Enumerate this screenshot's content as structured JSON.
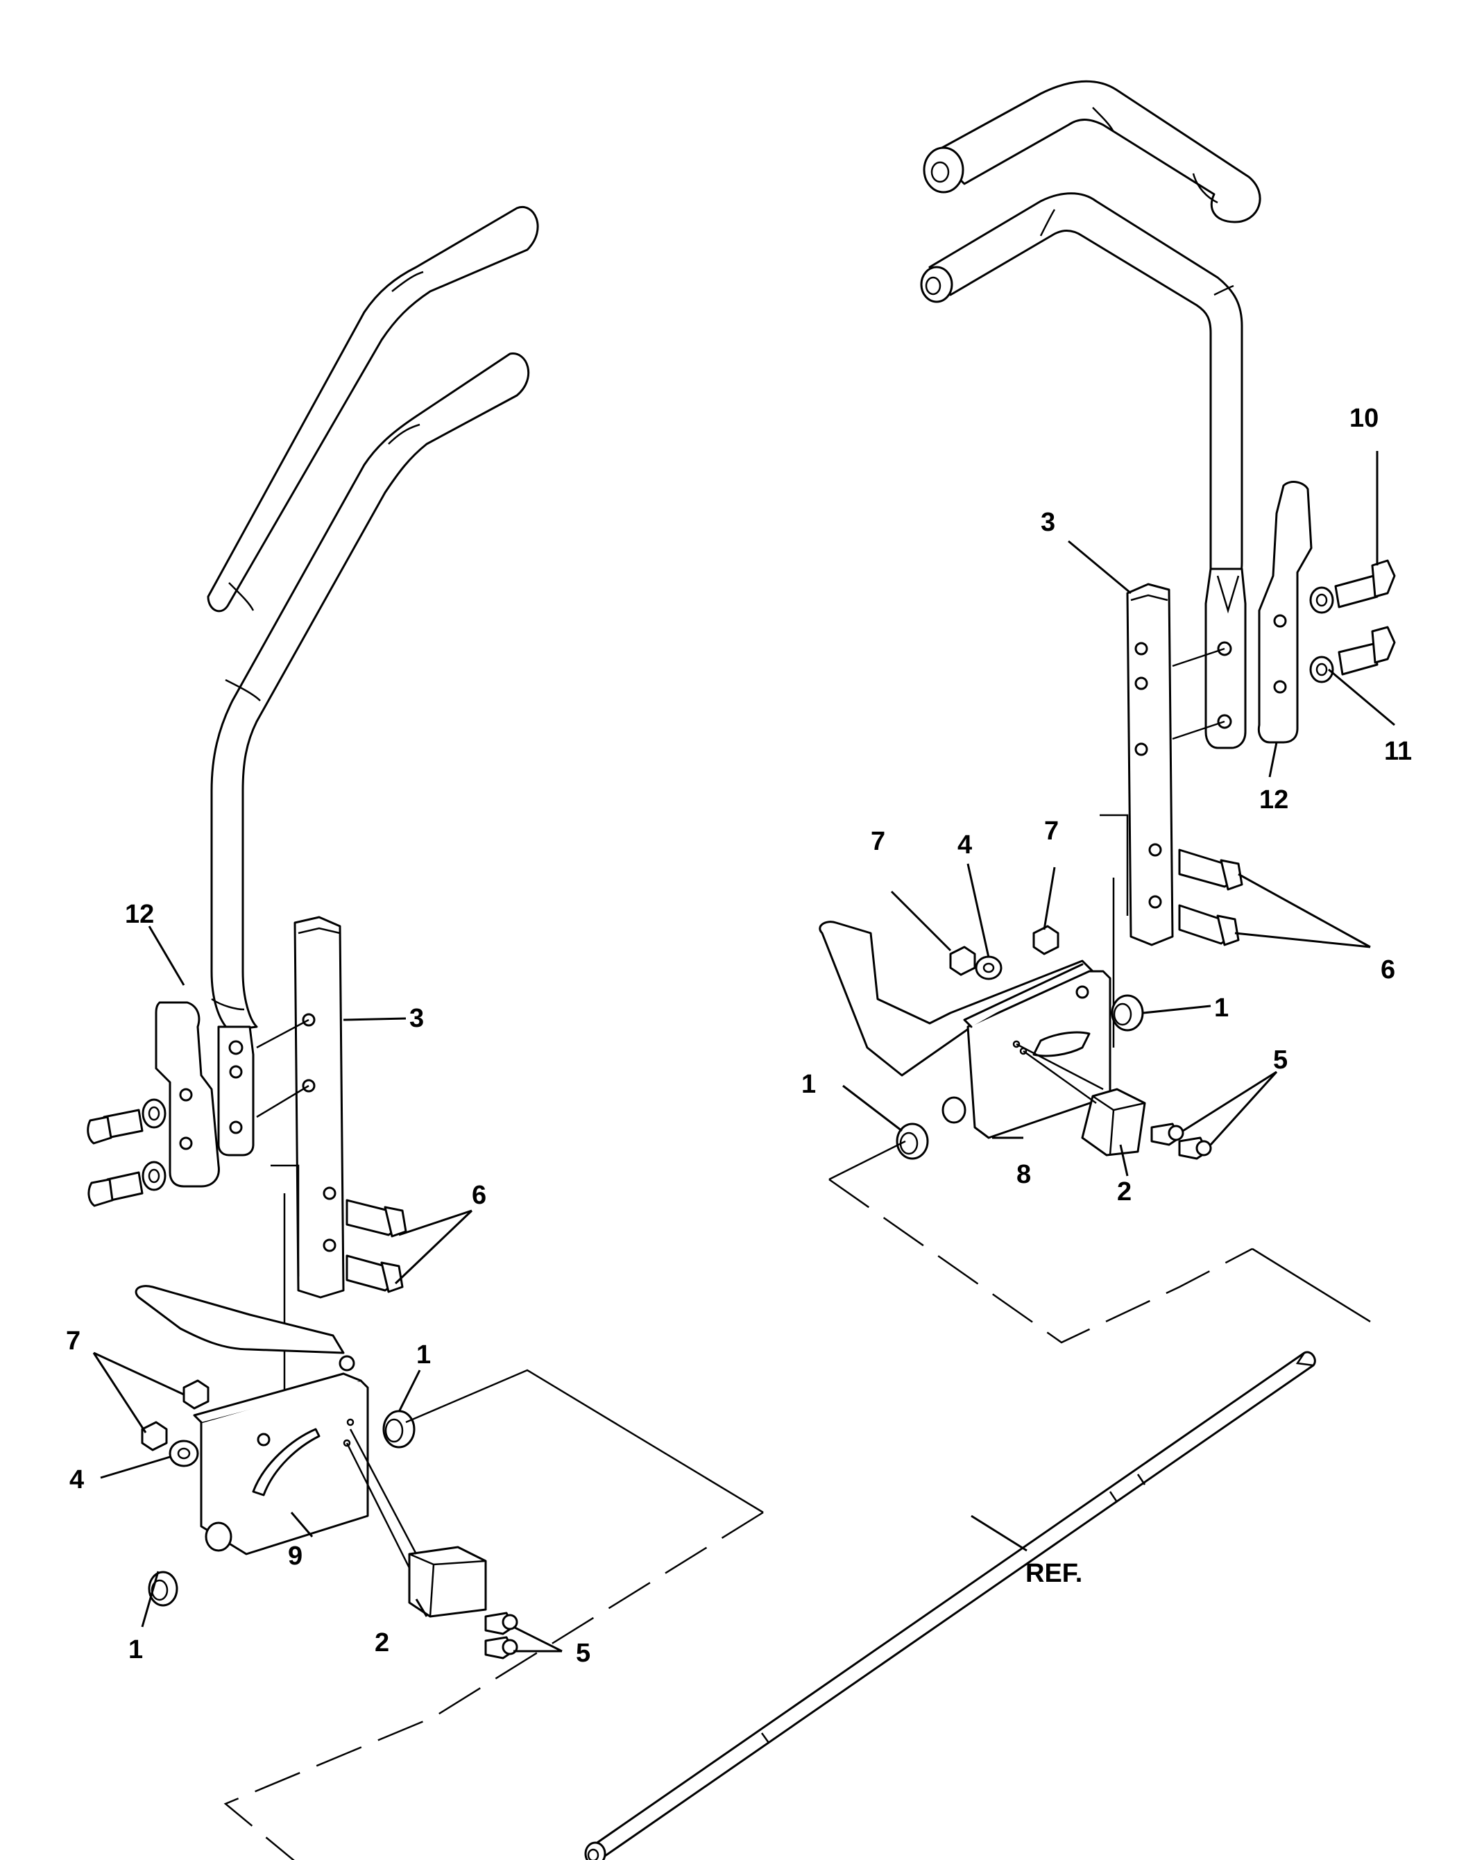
{
  "callouts": {
    "left": {
      "c12": "12",
      "c3": "3",
      "c6": "6",
      "c7": "7",
      "c1a": "1",
      "c4": "4",
      "c9": "9",
      "c2": "2",
      "c5": "5",
      "c1b": "1"
    },
    "right": {
      "c10": "10",
      "c3": "3",
      "c7a": "7",
      "c4": "4",
      "c7b": "7",
      "c12": "12",
      "c11": "11",
      "c6": "6",
      "c1a": "1",
      "c5": "5",
      "c1b": "1",
      "c8": "8",
      "c2": "2"
    },
    "shaft": {
      "ref": "REF."
    }
  }
}
